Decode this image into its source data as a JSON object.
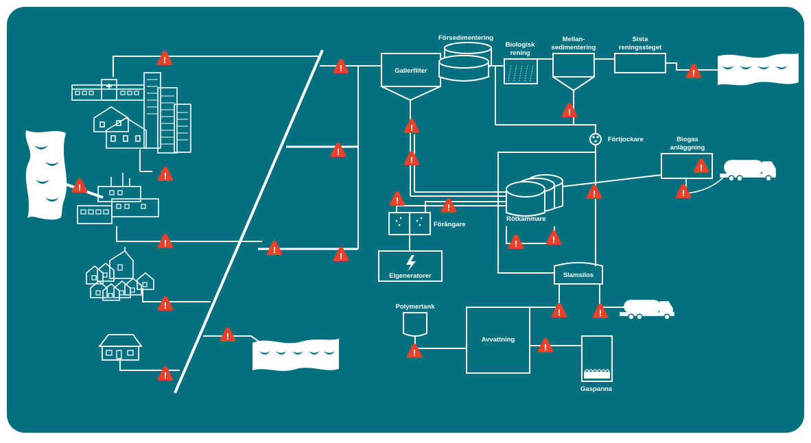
{
  "colors": {
    "background": "#02707f",
    "foreground": "#ffffff",
    "warning": "#e8412c"
  },
  "labels": {
    "forsedimentering": "Försedimentering",
    "biologisk_line1": "Biologisk",
    "biologisk_line2": "rening",
    "mellan_line1": "Mellan-",
    "mellan_line2": "sedimentering",
    "sista_line1": "Sista",
    "sista_line2": "reningssteget",
    "gallerfilter": "Gallerfilter",
    "fortjockare": "Förtjockare",
    "biogas_line1": "Biogas",
    "biogas_line2": "anläggning",
    "rotkammare": "Rötkammare",
    "forangare": "Förångare",
    "elgeneratorer": "Elgeneratorer",
    "slamsilos": "Slamsilos",
    "polymertank": "Polymertank",
    "avvattning": "Avvattning",
    "gaspanna": "Gaspanna"
  },
  "icons": {
    "warning": "warning-icon",
    "water": "water-icon",
    "truck": "truck-icon",
    "buildings": "buildings-icon",
    "factory": "factory-icon",
    "houses": "houses-icon",
    "lightning": "lightning-icon"
  },
  "warning_symbol": "!"
}
